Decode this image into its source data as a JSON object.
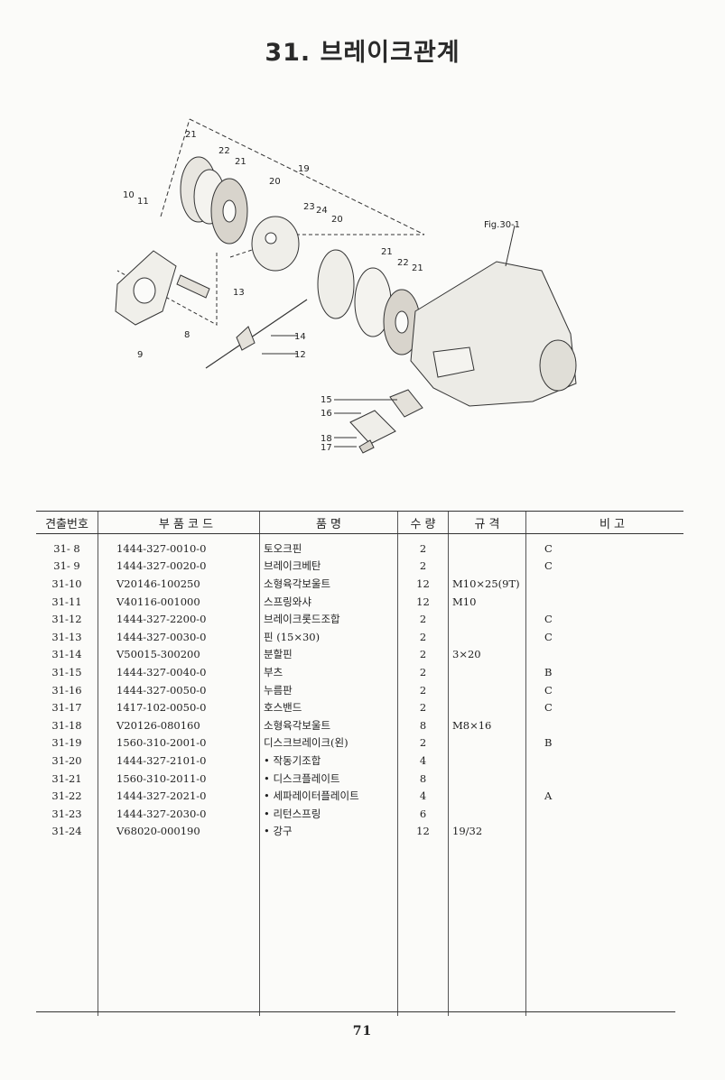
{
  "page": {
    "title": "31. 브레이크관계",
    "page_number": "71"
  },
  "diagram": {
    "fig_label": "Fig.30-1",
    "callouts": [
      "21",
      "22",
      "21",
      "19",
      "20",
      "23",
      "24",
      "20",
      "10",
      "11",
      "21",
      "22",
      "21",
      "13",
      "14",
      "12",
      "8",
      "9",
      "15",
      "16",
      "18",
      "17"
    ]
  },
  "table": {
    "headers": [
      "견출번호",
      "부 품 코 드",
      "품 명",
      "수 량",
      "규 격",
      "비 고"
    ],
    "rows": [
      {
        "num": "31- 8",
        "code": "1444-327-0010-0",
        "name": "토오크핀",
        "qty": "2",
        "spec": "",
        "note": "C"
      },
      {
        "num": "31- 9",
        "code": "1444-327-0020-0",
        "name": "브레이크베탄",
        "qty": "2",
        "spec": "",
        "note": "C"
      },
      {
        "num": "31-10",
        "code": "V20146-100250",
        "name": "소형육각보울트",
        "qty": "12",
        "spec": "M10×25(9T)",
        "note": ""
      },
      {
        "num": "31-11",
        "code": "V40116-001000",
        "name": "스프링와샤",
        "qty": "12",
        "spec": "M10",
        "note": ""
      },
      {
        "num": "31-12",
        "code": "1444-327-2200-0",
        "name": "브레이크롯드조합",
        "qty": "2",
        "spec": "",
        "note": "C"
      },
      {
        "num": "31-13",
        "code": "1444-327-0030-0",
        "name": "핀 (15×30)",
        "qty": "2",
        "spec": "",
        "note": "C"
      },
      {
        "num": "31-14",
        "code": "V50015-300200",
        "name": "분할핀",
        "qty": "2",
        "spec": "3×20",
        "note": ""
      },
      {
        "num": "31-15",
        "code": "1444-327-0040-0",
        "name": "부츠",
        "qty": "2",
        "spec": "",
        "note": "B"
      },
      {
        "num": "31-16",
        "code": "1444-327-0050-0",
        "name": "누름판",
        "qty": "2",
        "spec": "",
        "note": "C"
      },
      {
        "num": "31-17",
        "code": "1417-102-0050-0",
        "name": "호스밴드",
        "qty": "2",
        "spec": "",
        "note": "C"
      },
      {
        "num": "31-18",
        "code": "V20126-080160",
        "name": "소형육각보울트",
        "qty": "8",
        "spec": "M8×16",
        "note": ""
      },
      {
        "num": "31-19",
        "code": "1560-310-2001-0",
        "name": "디스크브레이크(왼)",
        "qty": "2",
        "spec": "",
        "note": "B"
      },
      {
        "num": "31-20",
        "code": "1444-327-2101-0",
        "name": "• 작동기조합",
        "qty": "4",
        "spec": "",
        "note": ""
      },
      {
        "num": "31-21",
        "code": "1560-310-2011-0",
        "name": "• 디스크플레이트",
        "qty": "8",
        "spec": "",
        "note": ""
      },
      {
        "num": "31-22",
        "code": "1444-327-2021-0",
        "name": "• 세파레이터플레이트",
        "qty": "4",
        "spec": "",
        "note": "A"
      },
      {
        "num": "31-23",
        "code": "1444-327-2030-0",
        "name": "• 리턴스프링",
        "qty": "6",
        "spec": "",
        "note": ""
      },
      {
        "num": "31-24",
        "code": "V68020-000190",
        "name": "• 강구",
        "qty": "12",
        "spec": "19/32",
        "note": ""
      }
    ]
  }
}
